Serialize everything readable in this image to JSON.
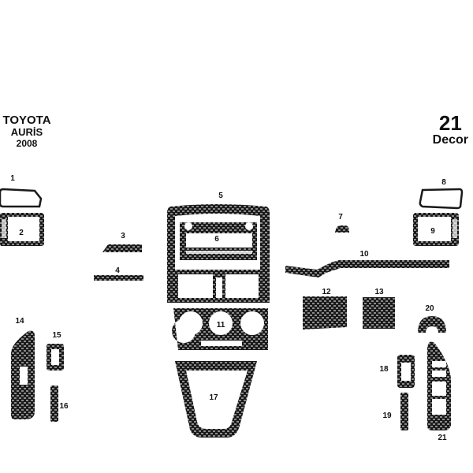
{
  "header": {
    "make": "TOYOTA",
    "model": "AURİS",
    "year": "2008",
    "piece_count": "21",
    "kit_label": "Decor"
  },
  "colors": {
    "carbon_dark": "#1a1a1a",
    "carbon_light": "#8a8a8a",
    "background": "#ffffff",
    "label": "#111111"
  },
  "parts": [
    {
      "id": "1",
      "label": "1",
      "shape": "outline-trapezoid",
      "side": "left"
    },
    {
      "id": "2",
      "label": "2",
      "shape": "vent-frame",
      "side": "left"
    },
    {
      "id": "3",
      "label": "3",
      "shape": "angled-strip"
    },
    {
      "id": "4",
      "label": "4",
      "shape": "strip"
    },
    {
      "id": "5",
      "label": "5",
      "shape": "center-console-frame"
    },
    {
      "id": "6",
      "label": "6",
      "shape": "radio-bezel"
    },
    {
      "id": "7",
      "label": "7",
      "shape": "small-cap"
    },
    {
      "id": "8",
      "label": "8",
      "shape": "outline-trapezoid",
      "side": "right"
    },
    {
      "id": "9",
      "label": "9",
      "shape": "vent-frame",
      "side": "right"
    },
    {
      "id": "10",
      "label": "10",
      "shape": "long-dash-strip"
    },
    {
      "id": "11",
      "label": "11",
      "shape": "climate-panel"
    },
    {
      "id": "12",
      "label": "12",
      "shape": "panel"
    },
    {
      "id": "13",
      "label": "13",
      "shape": "panel"
    },
    {
      "id": "14",
      "label": "14",
      "shape": "door-switch-panel-left"
    },
    {
      "id": "15",
      "label": "15",
      "shape": "switch-frame"
    },
    {
      "id": "16",
      "label": "16",
      "shape": "small-strip"
    },
    {
      "id": "17",
      "label": "17",
      "shape": "gear-surround"
    },
    {
      "id": "18",
      "label": "18",
      "shape": "switch-frame"
    },
    {
      "id": "19",
      "label": "19",
      "shape": "small-strip"
    },
    {
      "id": "20",
      "label": "20",
      "shape": "arch-cap"
    },
    {
      "id": "21",
      "label": "21",
      "shape": "door-switch-panel-right"
    }
  ]
}
